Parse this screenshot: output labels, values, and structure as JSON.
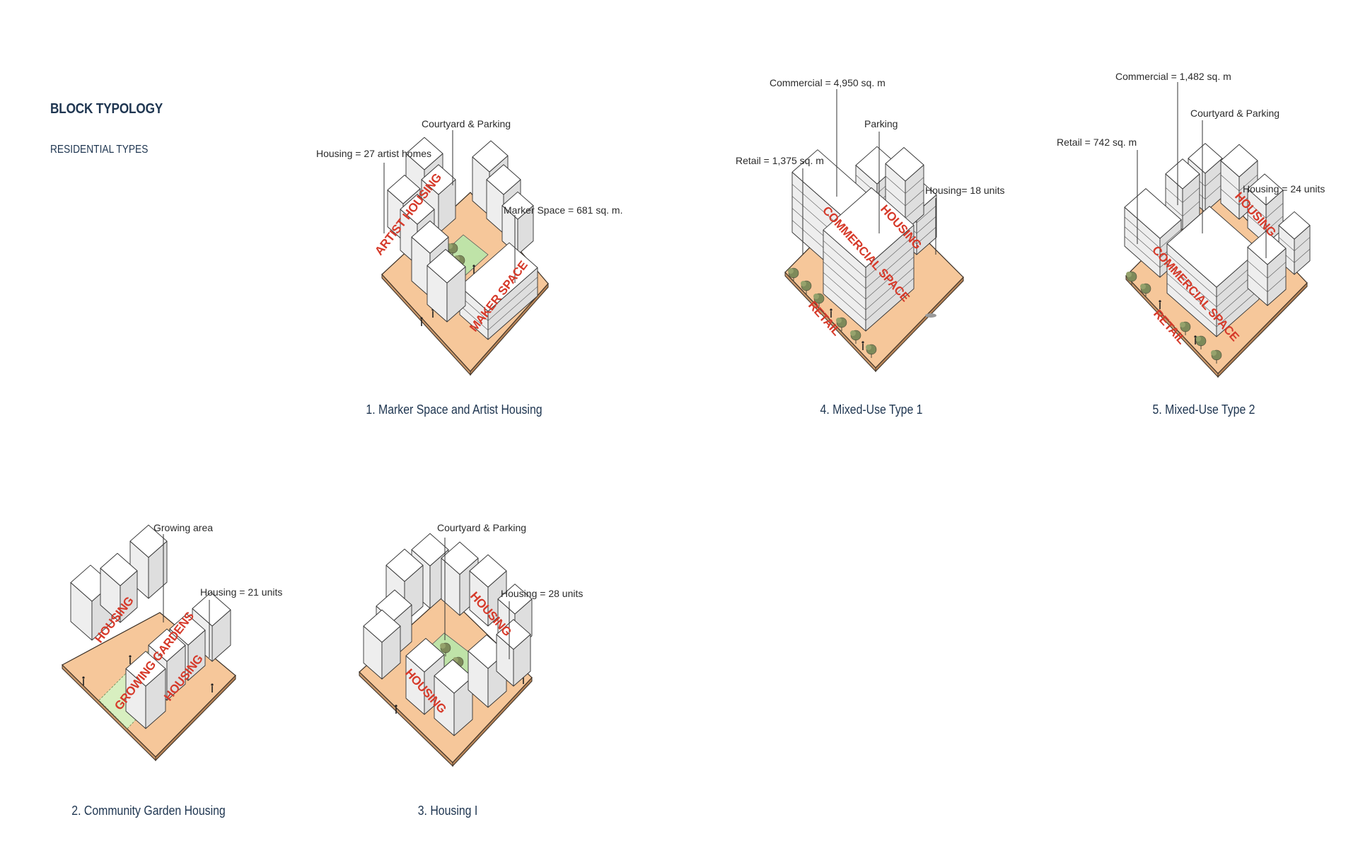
{
  "header": {
    "title": "BLOCK TYPOLOGY",
    "subtitle": "RESIDENTIAL TYPES"
  },
  "blocks": [
    {
      "caption": "1. Marker Space and Artist Housing",
      "annotations": [
        "Courtyard & Parking",
        "Housing = 27 artist homes",
        "Marker Space = 681 sq. m."
      ],
      "labels": [
        "ARTIST HOUSING",
        "MAKER SPACE"
      ]
    },
    {
      "caption": "2. Community Garden Housing",
      "annotations": [
        "Growing area",
        "Housing = 21 units"
      ],
      "labels": [
        "HOUSING",
        "GROWING GARDENS",
        "HOUSING"
      ]
    },
    {
      "caption": "3. Housing I",
      "annotations": [
        "Courtyard & Parking",
        "Housing = 28 units"
      ],
      "labels": [
        "HOUSING",
        "HOUSING"
      ]
    },
    {
      "caption": "4. Mixed-Use Type 1",
      "annotations": [
        "Commercial = 4,950 sq. m",
        "Parking",
        "Retail = 1,375 sq. m",
        "Housing= 18 units"
      ],
      "labels": [
        "COMMERCIAL SPACE",
        "HOUSING",
        "RETAIL"
      ]
    },
    {
      "caption": "5. Mixed-Use Type 2",
      "annotations": [
        "Commercial = 1,482 sq. m",
        "Courtyard & Parking",
        "Retail = 742 sq. m",
        "Housing = 24 units"
      ],
      "labels": [
        "COMMERCIAL SPACE",
        "HOUSING",
        "RETAIL"
      ]
    }
  ],
  "colors": {
    "ground": "#f6c79a",
    "ground_edge": "#3a2f25",
    "courtyard": "#bfe3a8",
    "garden": "#d8efc0",
    "building_top": "#ffffff",
    "building_left": "#eeeeee",
    "building_right": "#dedede",
    "label": "#d63a2a",
    "text": "#1e3550"
  }
}
